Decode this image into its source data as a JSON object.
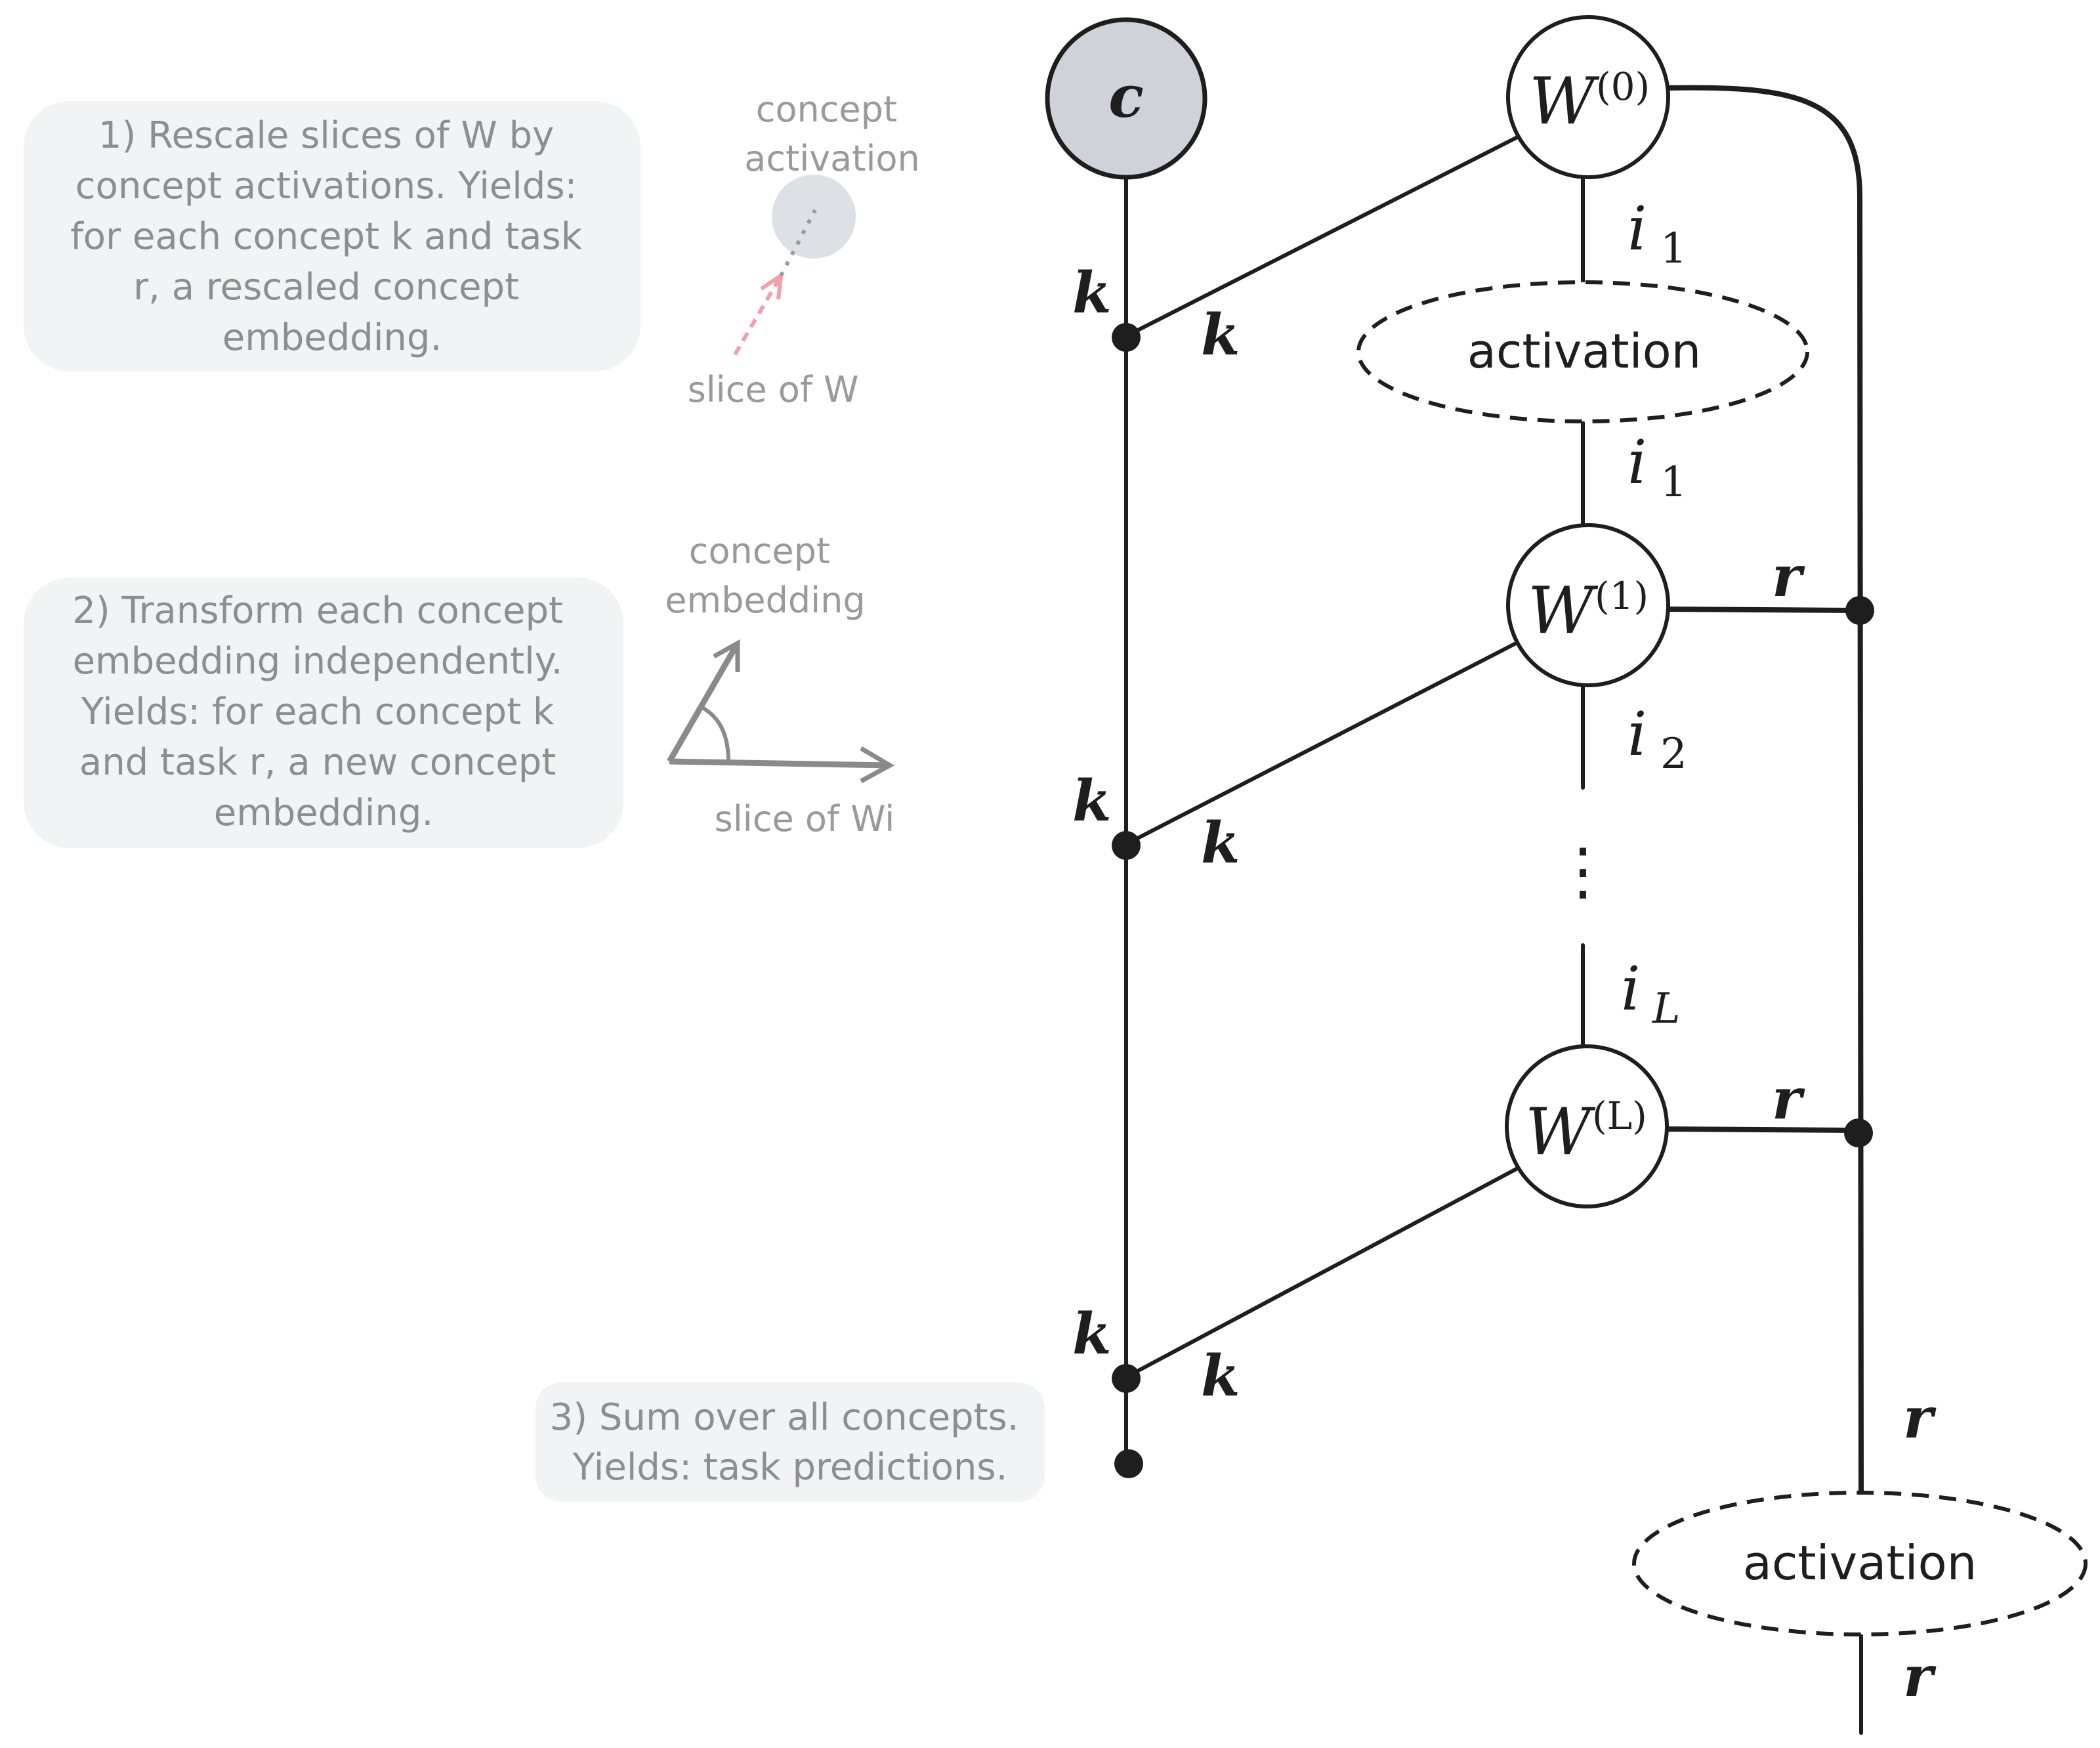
{
  "colors": {
    "ink": "#1e1e1e",
    "note_background": "#f2f3f5",
    "note_text": "#8e8e8e",
    "input_node_fill": "#cfd2d8",
    "highlight_circle": "#dde1e6",
    "dashed_arrow": "#f0a0a8"
  },
  "notes": [
    {
      "lines": [
        "1) Rescale slices of W by",
        "concept activations. Yields:",
        "for each concept k and task",
        "r, a rescaled concept",
        "embedding."
      ]
    },
    {
      "lines": [
        "2) Transform each concept",
        "embedding independently.",
        "Yields: for each concept k",
        "and task r, a new concept",
        "embedding."
      ]
    },
    {
      "lines": [
        "3) Sum over all concepts.",
        "Yields: task predictions."
      ]
    }
  ],
  "hints": {
    "concept_activation": [
      "concept",
      "activation"
    ],
    "slice_of_w": "slice of W",
    "concept_embedding": [
      "concept",
      "embedding"
    ],
    "slice_of_wi": "slice of Wi"
  },
  "nodes": {
    "c": "c",
    "w0": {
      "base": "W",
      "sup": "(0)"
    },
    "w1": {
      "base": "W",
      "sup": "(1)"
    },
    "wl": {
      "base": "W",
      "sup": "(L)"
    }
  },
  "activations": [
    "activation",
    "activation"
  ],
  "edge_labels": {
    "k": "k",
    "r": "r",
    "i1": {
      "base": "i",
      "sub": "1"
    },
    "i2": {
      "base": "i",
      "sub": "2"
    },
    "iL": {
      "base": "i",
      "sub": "L"
    },
    "vdots": "⋮"
  }
}
